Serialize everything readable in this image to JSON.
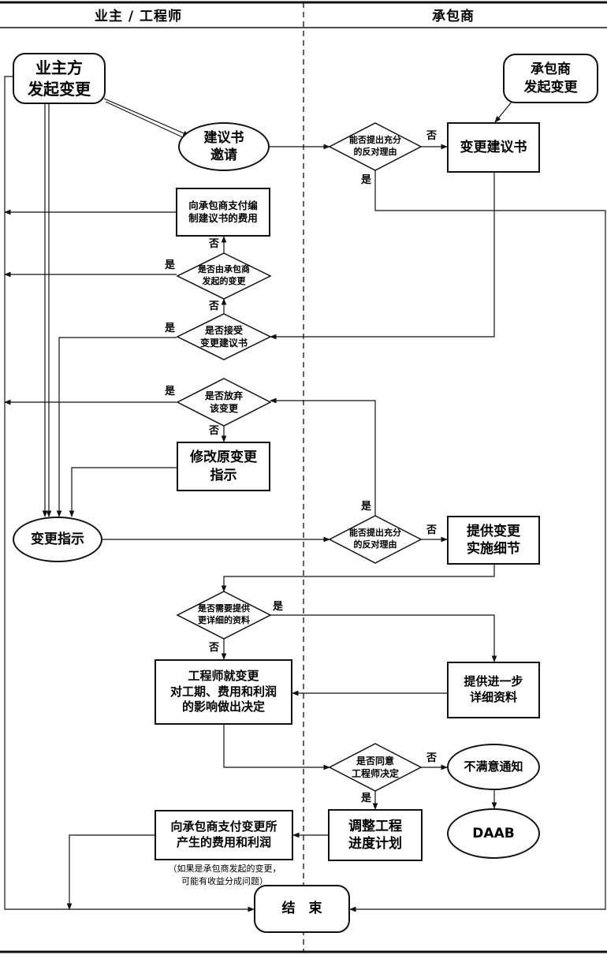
{
  "columns": {
    "left": "业主 / 工程师",
    "right": "承包商"
  },
  "nodes": {
    "owner_start": "业主方\n发起变更",
    "contractor_start": "承包商\n发起变更",
    "proposal_invite": "建议书\n邀请",
    "change_proposal": "变更建议书",
    "pay_proposal_cost": "向承包商支付编\n制建议书的费用",
    "modify_instruction": "修改原变更\n指示",
    "change_instruction": "变更指示",
    "provide_details": "提供变更\n实施细节",
    "engineer_decision": "工程师就变更\n对工期、费用和利润\n的影响做出决定",
    "provide_more": "提供进一步\n详细资料",
    "dissatisfaction": "不满意通知",
    "daab": "DAAB",
    "adjust_schedule": "调整工程\n进度计划",
    "pay_change_cost": "向承包商支付变更所\n产生的费用和利润",
    "note": "（如果是承包商发起的变更，\n可能有收益分成问题）",
    "end": "结　束"
  },
  "decisions": {
    "d_objection1": "能否提出充分\n的反对理由",
    "d_by_contractor": "是否由承包商\n发起的变更",
    "d_accept": "是否接受\n变更建议书",
    "d_abandon": "是否放弃\n该变更",
    "d_objection2": "能否提出充分\n的反对理由",
    "d_more_info": "是否需要提供\n更详细的资料",
    "d_agree": "是否同意\n工程师决定"
  },
  "labels": {
    "yes": "是",
    "no": "否"
  }
}
